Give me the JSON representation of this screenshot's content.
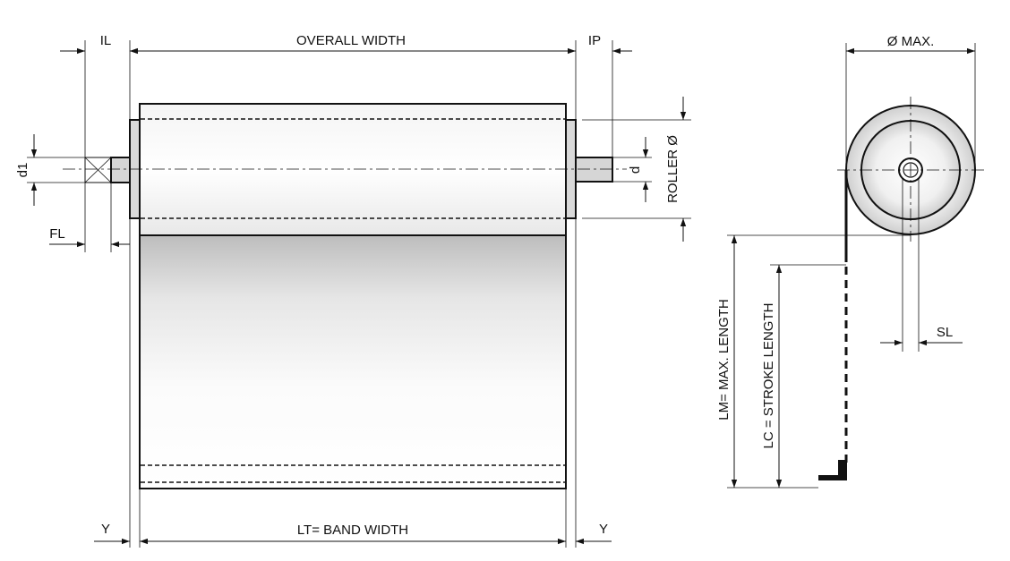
{
  "labels": {
    "il": "IL",
    "overall_width": "OVERALL WIDTH",
    "ip": "IP",
    "d1": "d1",
    "d": "d",
    "roller_diameter": "ROLLER Ø",
    "fl": "FL",
    "y_left": "Y",
    "band_width": "LT= BAND WIDTH",
    "y_right": "Y",
    "max_diameter": "Ø MAX.",
    "sl": "SL",
    "max_length": "LM= MAX. LENGTH",
    "stroke_length": "LC = STROKE LENGTH"
  }
}
